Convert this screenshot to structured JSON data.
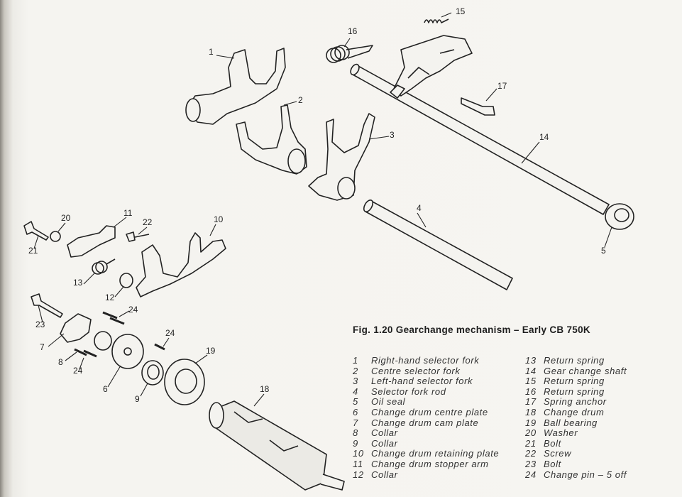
{
  "figure": {
    "title": "Fig. 1.20 Gearchange mechanism – Early CB 750K",
    "callouts": [
      "15",
      "16",
      "1",
      "2",
      "3",
      "17",
      "14",
      "4",
      "5",
      "10",
      "11",
      "20",
      "22",
      "21",
      "13",
      "12",
      "24",
      "23",
      "7",
      "24",
      "19",
      "8",
      "24",
      "6",
      "18",
      "9"
    ],
    "legend_left": [
      {
        "num": "1",
        "label": "Right-hand selector fork"
      },
      {
        "num": "2",
        "label": "Centre selector fork"
      },
      {
        "num": "3",
        "label": "Left-hand selector fork"
      },
      {
        "num": "4",
        "label": "Selector fork rod"
      },
      {
        "num": "5",
        "label": "Oil seal"
      },
      {
        "num": "6",
        "label": "Change drum centre plate"
      },
      {
        "num": "7",
        "label": "Change drum cam plate"
      },
      {
        "num": "8",
        "label": "Collar"
      },
      {
        "num": "9",
        "label": "Collar"
      },
      {
        "num": "10",
        "label": "Change drum retaining plate"
      },
      {
        "num": "11",
        "label": "Change drum stopper arm"
      },
      {
        "num": "12",
        "label": "Collar"
      }
    ],
    "legend_right": [
      {
        "num": "13",
        "label": "Return spring"
      },
      {
        "num": "14",
        "label": "Gear change shaft"
      },
      {
        "num": "15",
        "label": "Return spring"
      },
      {
        "num": "16",
        "label": "Return spring"
      },
      {
        "num": "17",
        "label": "Spring anchor"
      },
      {
        "num": "18",
        "label": "Change drum"
      },
      {
        "num": "19",
        "label": "Ball bearing"
      },
      {
        "num": "20",
        "label": "Washer"
      },
      {
        "num": "21",
        "label": "Bolt"
      },
      {
        "num": "22",
        "label": "Screw"
      },
      {
        "num": "23",
        "label": "Bolt"
      },
      {
        "num": "24",
        "label": "Change pin – 5 off"
      }
    ]
  }
}
